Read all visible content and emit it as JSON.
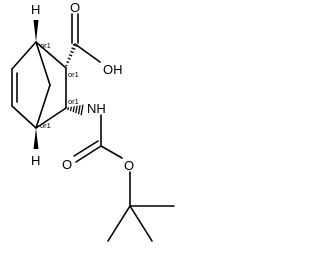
{
  "molecule": {
    "atom_labels": {
      "h_top": "H",
      "h_bottom": "H",
      "oh": "OH",
      "o_carboxyl": "O",
      "nh": "NH",
      "o_carbamate": "O",
      "o_ester": "O"
    },
    "stereo_labels": {
      "c1": "or1",
      "c2": "or1",
      "c3": "or1",
      "c4": "or1"
    }
  }
}
